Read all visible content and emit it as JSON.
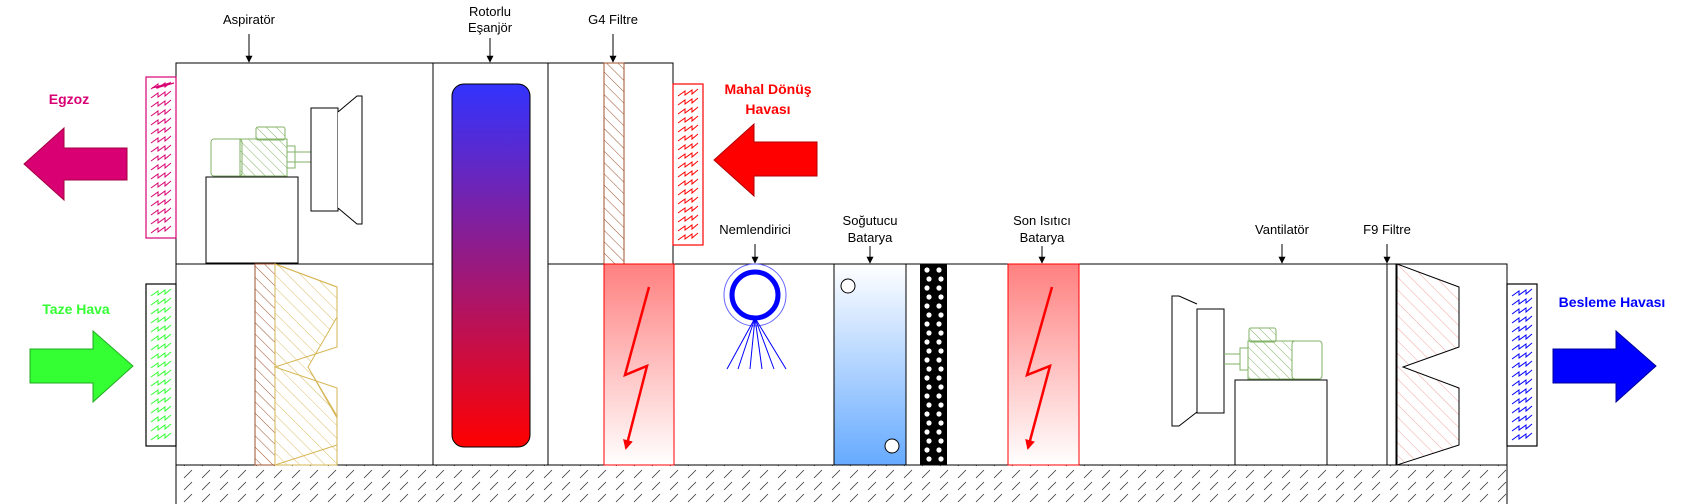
{
  "labels": {
    "aspirator": "Aspiratör",
    "rotor_line1": "Rotorlu",
    "rotor_line2": "Eşanjör",
    "g4": "G4 Filtre",
    "nemlendirici": "Nemlendirici",
    "cooling_line1": "Soğutucu",
    "cooling_line2": "Batarya",
    "reheat_line1": "Son Isıtıcı",
    "reheat_line2": "Batarya",
    "vantilator": "Vantilatör",
    "f9": "F9 Filtre"
  },
  "flows": {
    "egzoz": "Egzoz",
    "mahal_line1": "Mahal Dönüş",
    "mahal_line2": "Havası",
    "taze": "Taze Hava",
    "besleme": "Besleme Havası"
  },
  "colors": {
    "egzoz": "#d80073",
    "mahal": "#ff0000",
    "taze": "#33ff33",
    "besleme": "#0000ff",
    "heater_fill": "#f8cecc",
    "heater_line": "#ff0000",
    "cooler_fill": "#dae8fc",
    "cooler_line": "#66b2ff",
    "motor_green": "#82b366",
    "filter_brown": "#a0522d",
    "bag_filter": "#d6b656"
  },
  "icons": {
    "exhaust_arrow": "arrow-left-icon",
    "return_arrow": "arrow-left-icon",
    "fresh_arrow": "arrow-right-icon",
    "supply_arrow": "arrow-right-icon",
    "heater": "lightning-icon",
    "humidifier": "spray-nozzle-icon",
    "damper": "zigzag-grille-icon"
  }
}
